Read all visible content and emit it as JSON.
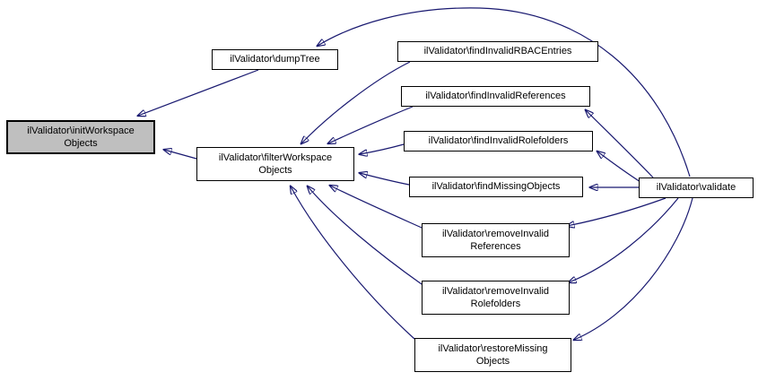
{
  "diagram": {
    "type": "call-graph",
    "background_color": "#ffffff",
    "edge_color": "#191970",
    "node_fill": "#ffffff",
    "node_border": "#000000",
    "highlight_fill": "#bfbfbf",
    "nodes": [
      {
        "id": "initWorkspaceObjects",
        "label": "ilValidator\\initWorkspace\nObjects",
        "highlighted": true
      },
      {
        "id": "dumpTree",
        "label": "ilValidator\\dumpTree",
        "highlighted": false
      },
      {
        "id": "filterWorkspaceObjects",
        "label": "ilValidator\\filterWorkspace\nObjects",
        "highlighted": false
      },
      {
        "id": "findInvalidRBACEntries",
        "label": "ilValidator\\findInvalidRBACEntries",
        "highlighted": false
      },
      {
        "id": "findInvalidReferences",
        "label": "ilValidator\\findInvalidReferences",
        "highlighted": false
      },
      {
        "id": "findInvalidRolefolders",
        "label": "ilValidator\\findInvalidRolefolders",
        "highlighted": false
      },
      {
        "id": "findMissingObjects",
        "label": "ilValidator\\findMissingObjects",
        "highlighted": false
      },
      {
        "id": "removeInvalidReferences",
        "label": "ilValidator\\removeInvalid\nReferences",
        "highlighted": false
      },
      {
        "id": "removeInvalidRolefolders",
        "label": "ilValidator\\removeInvalid\nRolefolders",
        "highlighted": false
      },
      {
        "id": "restoreMissingObjects",
        "label": "ilValidator\\restoreMissing\nObjects",
        "highlighted": false
      },
      {
        "id": "validate",
        "label": "ilValidator\\validate",
        "highlighted": false
      }
    ],
    "edges": [
      {
        "from": "dumpTree",
        "to": "initWorkspaceObjects"
      },
      {
        "from": "filterWorkspaceObjects",
        "to": "initWorkspaceObjects"
      },
      {
        "from": "validate",
        "to": "dumpTree"
      },
      {
        "from": "findInvalidRBACEntries",
        "to": "filterWorkspaceObjects"
      },
      {
        "from": "findInvalidReferences",
        "to": "filterWorkspaceObjects"
      },
      {
        "from": "findInvalidRolefolders",
        "to": "filterWorkspaceObjects"
      },
      {
        "from": "findMissingObjects",
        "to": "filterWorkspaceObjects"
      },
      {
        "from": "removeInvalidReferences",
        "to": "filterWorkspaceObjects"
      },
      {
        "from": "removeInvalidRolefolders",
        "to": "filterWorkspaceObjects"
      },
      {
        "from": "restoreMissingObjects",
        "to": "filterWorkspaceObjects"
      },
      {
        "from": "validate",
        "to": "findInvalidReferences"
      },
      {
        "from": "validate",
        "to": "findInvalidRolefolders"
      },
      {
        "from": "validate",
        "to": "findMissingObjects"
      },
      {
        "from": "validate",
        "to": "removeInvalidReferences"
      },
      {
        "from": "validate",
        "to": "removeInvalidRolefolders"
      },
      {
        "from": "validate",
        "to": "restoreMissingObjects"
      }
    ]
  }
}
